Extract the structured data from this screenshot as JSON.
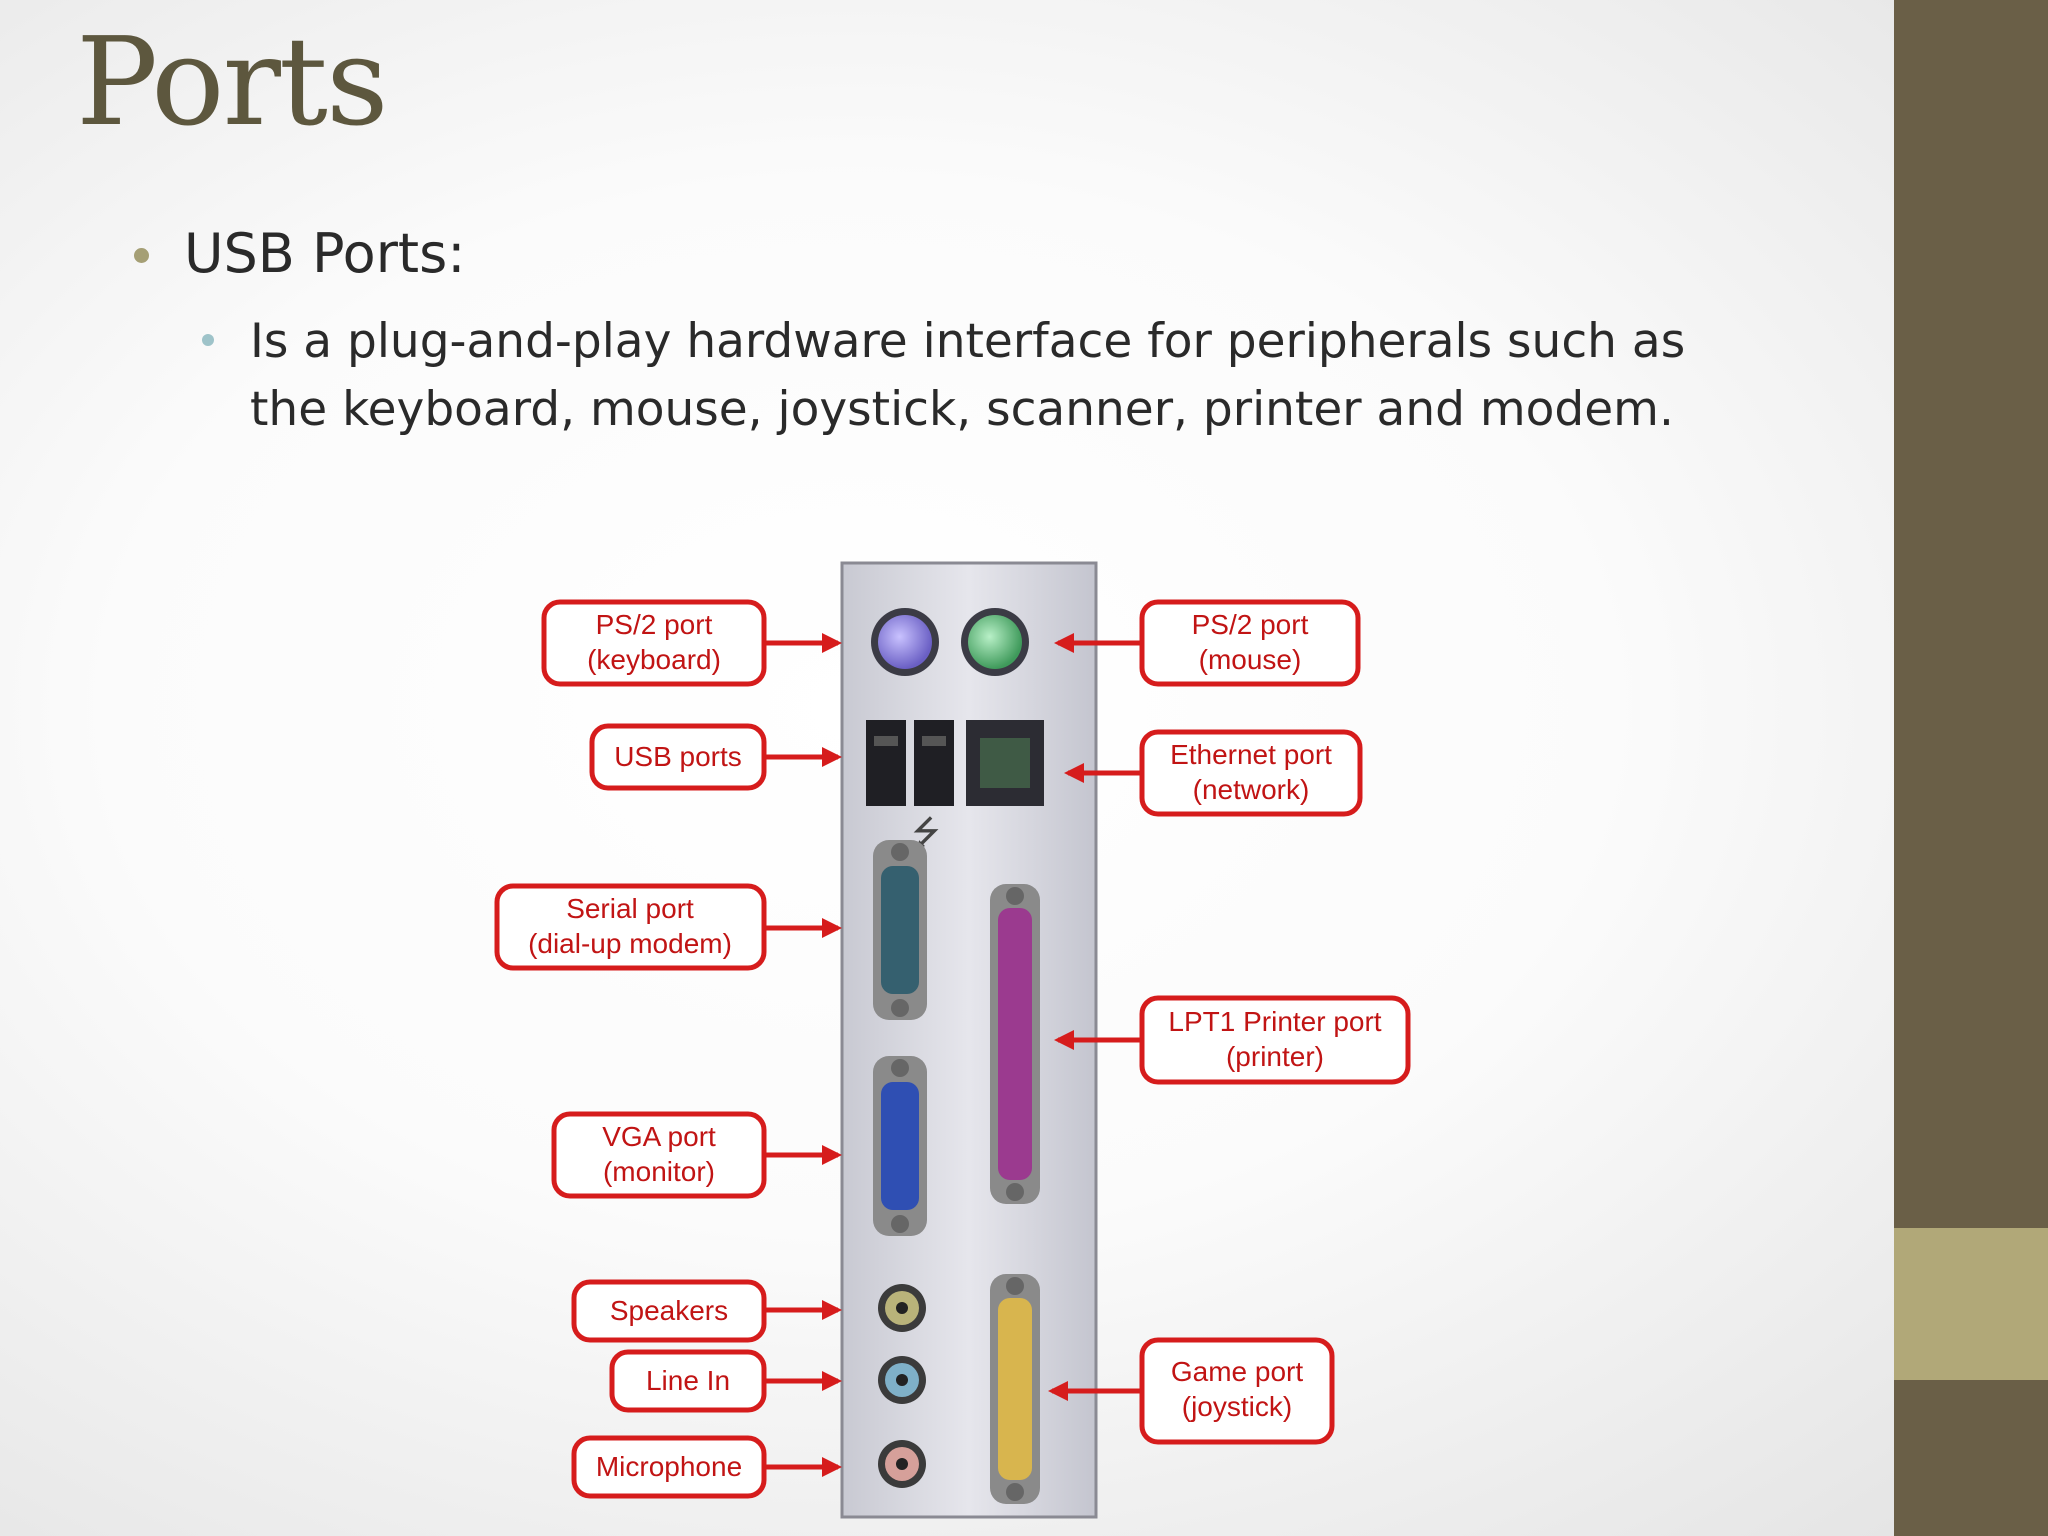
{
  "slide": {
    "title": "Ports",
    "bullet": "USB Ports:",
    "sub_bullet": "Is a plug-and-play hardware interface for peripherals such as the keyboard, mouse, joystick, scanner, printer and modem."
  },
  "diagram": {
    "labels": {
      "ps2_keyboard": [
        "PS/2 port",
        "(keyboard)"
      ],
      "ps2_mouse": [
        "PS/2 port",
        "(mouse)"
      ],
      "usb_ports": [
        "USB ports"
      ],
      "ethernet": [
        "Ethernet port",
        "(network)"
      ],
      "serial": [
        "Serial port",
        "(dial-up modem)"
      ],
      "lpt1": [
        "LPT1 Printer port",
        "(printer)"
      ],
      "vga": [
        "VGA port",
        "(monitor)"
      ],
      "speakers": [
        "Speakers"
      ],
      "line_in": [
        "Line In"
      ],
      "microphone": [
        "Microphone"
      ],
      "game_port": [
        "Game port",
        "(joystick)"
      ]
    }
  },
  "colors": {
    "sidebar": "#6a5f47",
    "sidebar_accent": "#b1a878",
    "title": "#5d573e",
    "callout_red": "#d61c1c"
  }
}
